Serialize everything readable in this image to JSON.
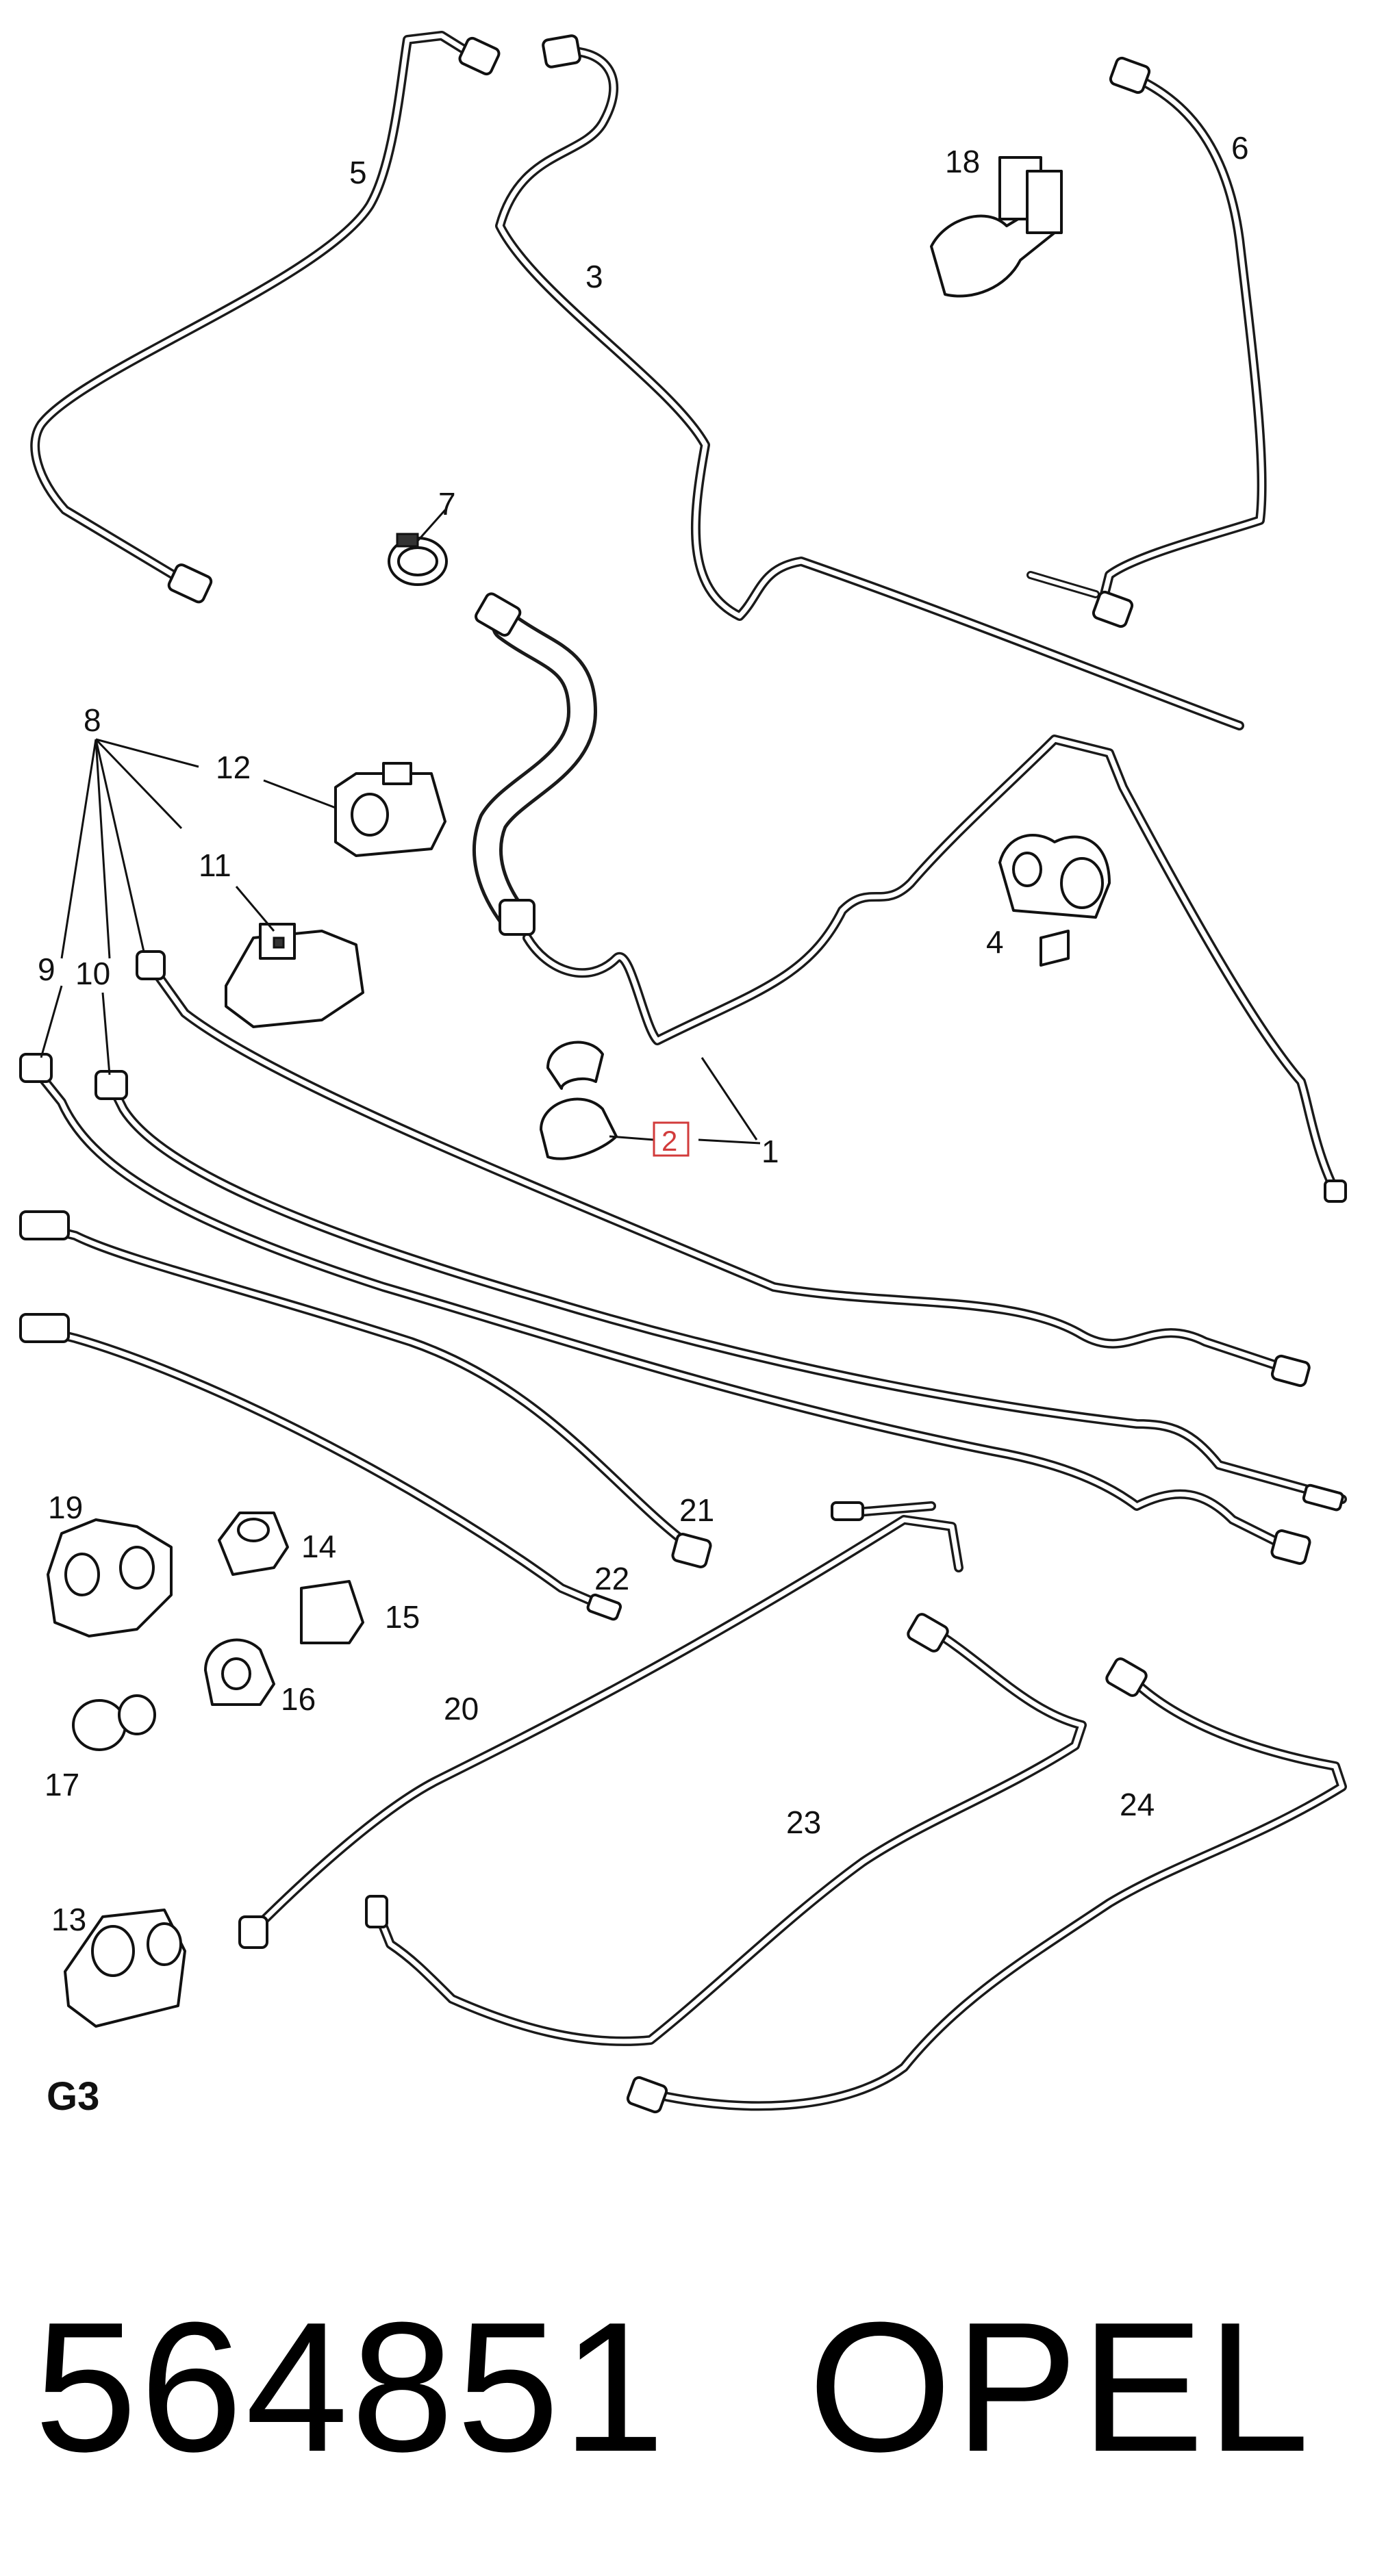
{
  "diagram": {
    "section_code": "G3",
    "part_number": "564851",
    "brand": "OPEL",
    "highlighted_item": "2",
    "callouts": [
      "1",
      "2",
      "3",
      "4",
      "5",
      "6",
      "7",
      "8",
      "9",
      "10",
      "11",
      "12",
      "13",
      "14",
      "15",
      "16",
      "17",
      "18",
      "19",
      "20",
      "21",
      "22",
      "23",
      "24"
    ],
    "colors": {
      "line": "#1a1a1a",
      "highlight": "#d23b3b"
    }
  }
}
